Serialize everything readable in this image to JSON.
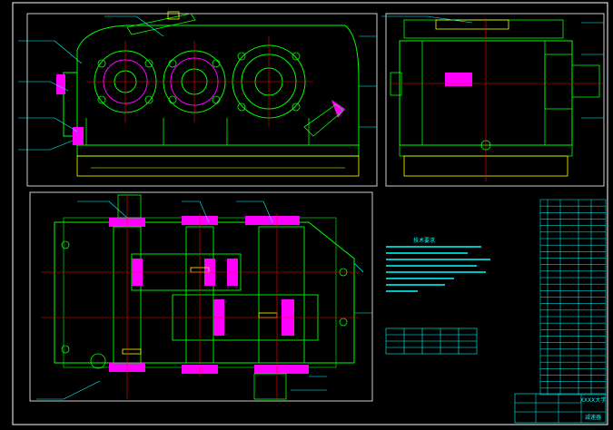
{
  "drawing": {
    "tech_req_title": "技术要求",
    "title_block_name": "减速器",
    "title_block_company": "XXXX大学"
  },
  "colors": {
    "background": "#000000",
    "frame": "#ffffff",
    "outline": "#00ff00",
    "leader": "#00ffff",
    "centerline": "#ff0000",
    "section": "#ff00ff",
    "accent": "#ffff00"
  }
}
